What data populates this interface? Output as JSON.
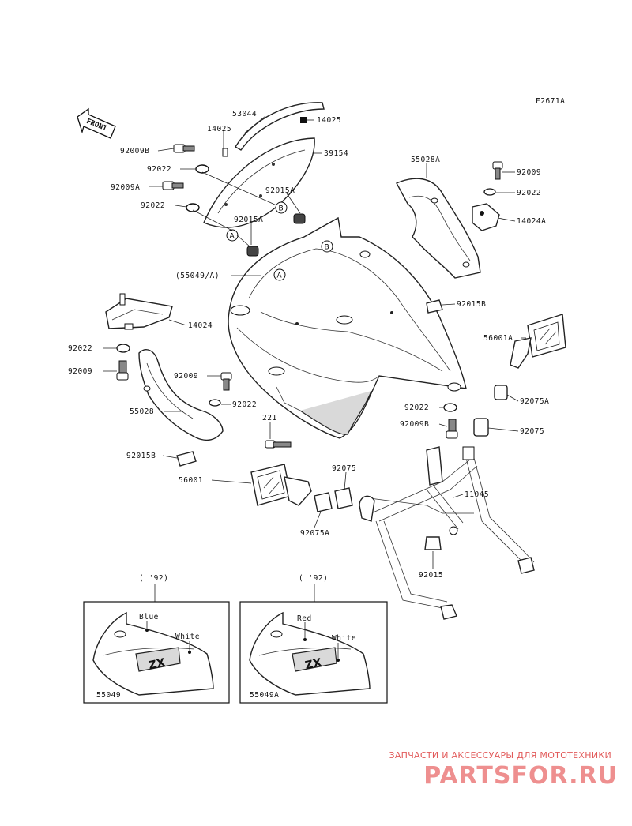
{
  "figure_code": "F2671A",
  "front_label": "FRONT",
  "parts": [
    {
      "id": "p53044",
      "label": "53044"
    },
    {
      "id": "p14025a",
      "label": "14025"
    },
    {
      "id": "p14025b",
      "label": "14025"
    },
    {
      "id": "p92009b1",
      "label": "92009B"
    },
    {
      "id": "p39154",
      "label": "39154"
    },
    {
      "id": "p92022a",
      "label": "92022"
    },
    {
      "id": "p92009a",
      "label": "92009A"
    },
    {
      "id": "p92015a1",
      "label": "92015A"
    },
    {
      "id": "p92022b",
      "label": "92022"
    },
    {
      "id": "p92015a2",
      "label": "92015A"
    },
    {
      "id": "p55028a",
      "label": "55028A"
    },
    {
      "id": "p92009a2",
      "label": "92009"
    },
    {
      "id": "p92022c",
      "label": "92022"
    },
    {
      "id": "p14024a",
      "label": "14024A"
    },
    {
      "id": "p55049",
      "label": "(55049/A)"
    },
    {
      "id": "p92015b1",
      "label": "92015B"
    },
    {
      "id": "p14024",
      "label": "14024"
    },
    {
      "id": "p56001a",
      "label": "56001A"
    },
    {
      "id": "p92022d",
      "label": "92022"
    },
    {
      "id": "p92009c",
      "label": "92009"
    },
    {
      "id": "p92009d",
      "label": "92009"
    },
    {
      "id": "p92022e",
      "label": "92022"
    },
    {
      "id": "p92075a1",
      "label": "92075A"
    },
    {
      "id": "p55028",
      "label": "55028"
    },
    {
      "id": "p92022f",
      "label": "92022"
    },
    {
      "id": "p92009b2",
      "label": "92009B"
    },
    {
      "id": "p221",
      "label": "221"
    },
    {
      "id": "p92075a",
      "label": "92075"
    },
    {
      "id": "p92015b2",
      "label": "92015B"
    },
    {
      "id": "p92075b",
      "label": "92075"
    },
    {
      "id": "p56001",
      "label": "56001"
    },
    {
      "id": "p11045",
      "label": "11045"
    },
    {
      "id": "p92075a2",
      "label": "92075A"
    },
    {
      "id": "p92015",
      "label": "92015"
    }
  ],
  "callouts": {
    "a": "A",
    "b": "B"
  },
  "insets": [
    {
      "year": "( '92)",
      "part": "55049",
      "colors": [
        "Blue",
        "White"
      ],
      "decal": "ZX"
    },
    {
      "year": "( '92)",
      "part": "55049A",
      "colors": [
        "Red",
        "White"
      ],
      "decal": "ZX"
    }
  ],
  "watermark": {
    "tagline": "ЗАПЧАСТИ И АКСЕССУАРЫ ДЛЯ МОТОТЕХНИКИ",
    "logo": "PARTSFOR.RU"
  }
}
